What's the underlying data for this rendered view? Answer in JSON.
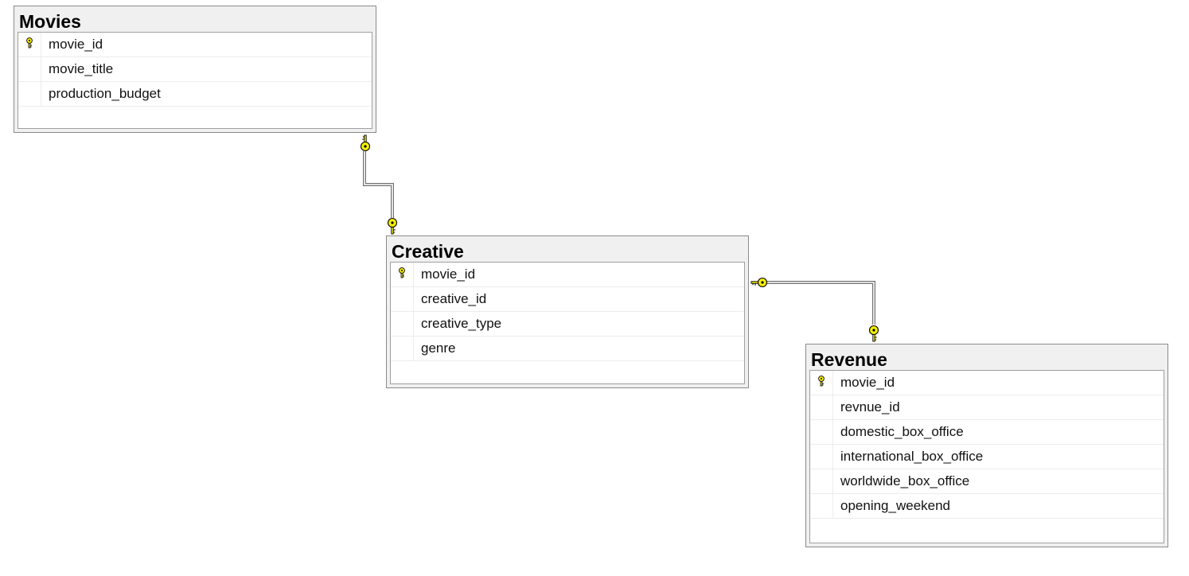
{
  "tables": {
    "movies": {
      "title": "Movies",
      "columns": [
        {
          "name": "movie_id",
          "primary_key": true
        },
        {
          "name": "movie_title",
          "primary_key": false
        },
        {
          "name": "production_budget",
          "primary_key": false
        }
      ]
    },
    "creative": {
      "title": "Creative",
      "columns": [
        {
          "name": "movie_id",
          "primary_key": true
        },
        {
          "name": "creative_id",
          "primary_key": false
        },
        {
          "name": "creative_type",
          "primary_key": false
        },
        {
          "name": "genre",
          "primary_key": false
        }
      ]
    },
    "revenue": {
      "title": "Revenue",
      "columns": [
        {
          "name": "movie_id",
          "primary_key": true
        },
        {
          "name": "revnue_id",
          "primary_key": false
        },
        {
          "name": "domestic_box_office",
          "primary_key": false
        },
        {
          "name": "international_box_office",
          "primary_key": false
        },
        {
          "name": "worldwide_box_office",
          "primary_key": false
        },
        {
          "name": "opening_weekend",
          "primary_key": false
        }
      ]
    }
  },
  "relationships": [
    {
      "from": "Movies",
      "to": "Creative",
      "end_icons": [
        "key-icon",
        "key-icon"
      ]
    },
    {
      "from": "Creative",
      "to": "Revenue",
      "end_icons": [
        "key-icon",
        "key-icon"
      ]
    }
  ],
  "colors": {
    "key_fill": "#f5f000",
    "key_stroke": "#000000",
    "table_border": "#8a8a8a",
    "table_header_bg": "#f0f0f0"
  }
}
